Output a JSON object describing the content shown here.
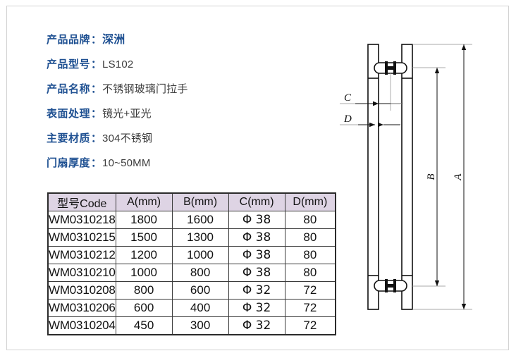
{
  "page": {
    "background_color": "#ffffff",
    "border_color": "#d2d2d2"
  },
  "spec_list": {
    "label_color": "#1d4f91",
    "value_color": "#3c3c3c",
    "separator": "：",
    "items": [
      {
        "label": "产品品牌",
        "value": "深洲",
        "highlight": true
      },
      {
        "label": "产品型号",
        "value": "LS102",
        "highlight": false
      },
      {
        "label": "产品名称",
        "value": "不锈钢玻璃门拉手",
        "highlight": false
      },
      {
        "label": "表面处理",
        "value": "镜光+亚光",
        "highlight": false
      },
      {
        "label": "主要材质",
        "value": "304不锈钢",
        "highlight": false
      },
      {
        "label": "门扇厚度",
        "value": "10~50MM",
        "highlight": false
      }
    ]
  },
  "table": {
    "header_background": "#ded4e4",
    "border_color": "#2b2b2b",
    "columns": [
      "型号Code",
      "A(mm)",
      "B(mm)",
      "C(mm)",
      "D(mm)"
    ],
    "rows": [
      {
        "code": "WM0310218",
        "a": "1800",
        "b": "1600",
        "c": "Φ 38",
        "d": "80"
      },
      {
        "code": "WM0310215",
        "a": "1500",
        "b": "1300",
        "c": "Φ 38",
        "d": "80"
      },
      {
        "code": "WM0310212",
        "a": "1200",
        "b": "1000",
        "c": "Φ 38",
        "d": "80"
      },
      {
        "code": "WM0310210",
        "a": "1000",
        "b": "800",
        "c": "Φ 38",
        "d": "80"
      },
      {
        "code": "WM0310208",
        "a": "800",
        "b": "600",
        "c": "Φ 32",
        "d": "72"
      },
      {
        "code": "WM0310206",
        "a": "600",
        "b": "400",
        "c": "Φ 32",
        "d": "72"
      },
      {
        "code": "WM0310204",
        "a": "450",
        "b": "300",
        "c": "Φ 32",
        "d": "72"
      }
    ]
  },
  "drawing": {
    "line_color": "#111111",
    "dimension_labels": {
      "a": "A",
      "b": "B",
      "c": "C",
      "d": "D"
    }
  }
}
